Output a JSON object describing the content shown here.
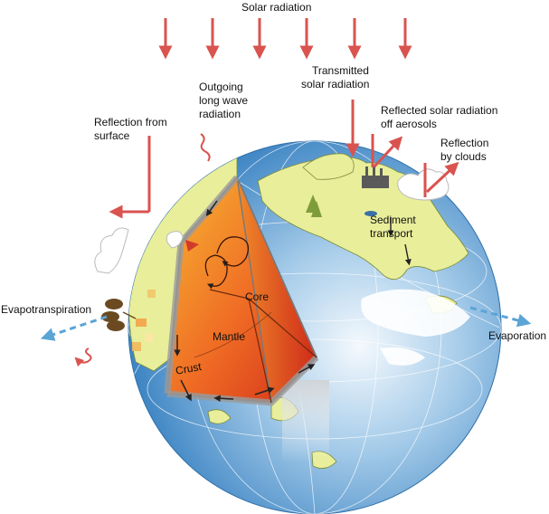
{
  "labels": {
    "solar_radiation": "Solar radiation",
    "outgoing_long_wave_1": "Outgoing",
    "outgoing_long_wave_2": "long wave",
    "outgoing_long_wave_3": "radiation",
    "transmitted_1": "Transmitted",
    "transmitted_2": "solar radiation",
    "reflected_aerosols_1": "Reflected solar radiation",
    "reflected_aerosols_2": "off aerosols",
    "reflection_clouds_1": "Reflection",
    "reflection_clouds_2": "by clouds",
    "reflection_surface_1": "Reflection from",
    "reflection_surface_2": "surface",
    "sediment_1": "Sediment",
    "sediment_2": "transport",
    "evapotranspiration": "Evapotranspiration",
    "evaporation": "Evaporation",
    "core": "Core",
    "mantle": "Mantle",
    "crust": "Crust"
  },
  "colors": {
    "ocean": "#5b9fd6",
    "land": "#e8ee9a",
    "arrow_red": "#d9534f",
    "arrow_blue": "#5ba4d6",
    "core_outer": "#f4a52b",
    "core_inner": "#d63a1d"
  }
}
